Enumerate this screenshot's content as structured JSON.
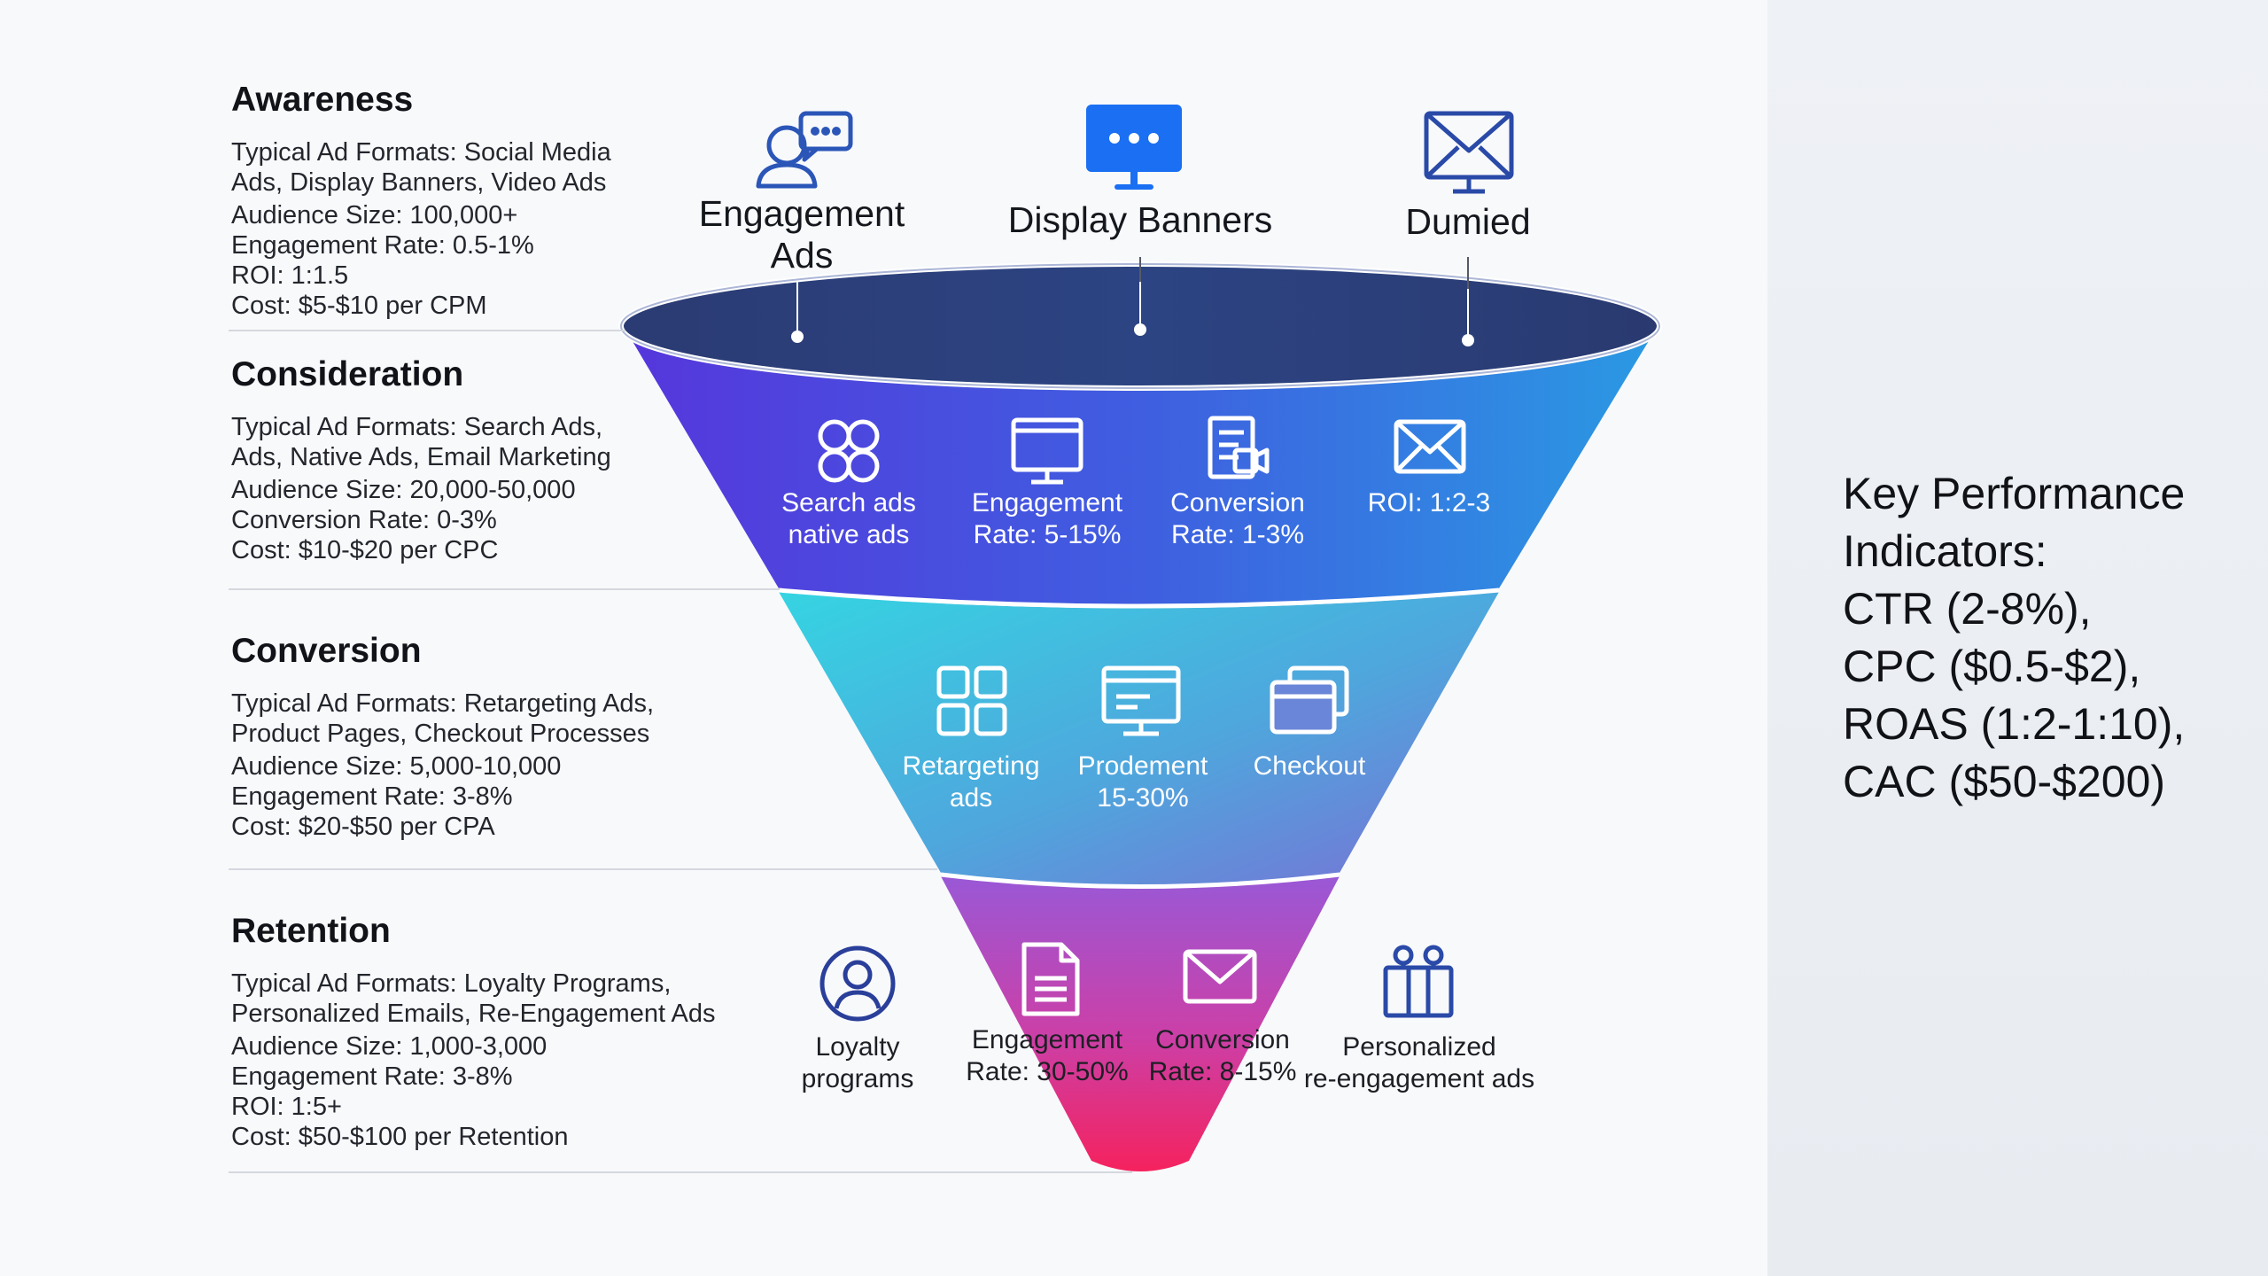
{
  "stages": [
    {
      "title": "Awareness",
      "lines": [
        "Typical Ad Formats: Social Media Ads, Display Banners, Video Ads",
        "Audience Size: 100,000+",
        "Engagement Rate: 0.5-1%",
        "ROI: 1:1.5",
        "Cost: $5-$10 per CPM"
      ]
    },
    {
      "title": "Consideration",
      "lines": [
        "Typical Ad Formats: Search Ads, Ads, Native Ads, Email Marketing",
        "Audience Size: 20,000-50,000",
        "Conversion Rate: 0-3%",
        "Cost: $10-$20 per CPC"
      ]
    },
    {
      "title": "Conversion",
      "lines": [
        "Typical Ad Formats: Retargeting Ads, Product Pages, Checkout Processes",
        "Audience Size: 5,000-10,000",
        "Engagement Rate: 3-8%",
        "Cost: $20-$50 per CPA"
      ]
    },
    {
      "title": "Retention",
      "lines": [
        "Typical Ad Formats: Loyalty Programs, Personalized Emails, Re-Engagement Ads",
        "Audience Size: 1,000-3,000",
        "Engagement Rate: 3-8%",
        "ROI: 1:5+",
        "Cost: $50-$100 per Retention"
      ]
    }
  ],
  "top_items": [
    {
      "label": "Engagement Ads",
      "icon": "user-chat-icon"
    },
    {
      "label": "Display Banners",
      "icon": "monitor-dots-icon"
    },
    {
      "label": "Dumied",
      "icon": "envelope-monitor-icon"
    }
  ],
  "consideration_items": [
    {
      "label_1": "Search ads",
      "label_2": "native ads",
      "icon": "people-group-icon"
    },
    {
      "label_1": "Engagement",
      "label_2": "Rate: 5-15%",
      "icon": "monitor-icon"
    },
    {
      "label_1": "Conversion",
      "label_2": "Rate: 1-3%",
      "icon": "document-video-icon"
    },
    {
      "label_1": "ROI: 1:2-3",
      "label_2": "",
      "icon": "envelope-icon"
    }
  ],
  "conversion_items": [
    {
      "label_1": "Retargeting",
      "label_2": "ads",
      "icon": "grid-squares-icon"
    },
    {
      "label_1": "Prodement",
      "label_2": "15-30%",
      "icon": "product-screen-icon"
    },
    {
      "label_1": "Checkout",
      "label_2": "",
      "icon": "cards-stack-icon"
    }
  ],
  "retention_items": [
    {
      "label_1": "Loyalty",
      "label_2": "programs",
      "icon": "user-circle-icon"
    },
    {
      "label_1": "Engagement",
      "label_2": "Rate: 30-50%",
      "icon": "document-lines-icon"
    },
    {
      "label_1": "Conversion",
      "label_2": "Rate: 8-15%",
      "icon": "envelope-icon"
    },
    {
      "label_1": "Personalized",
      "label_2": "re-engagement ads",
      "icon": "gift-icon"
    }
  ],
  "kpi": {
    "title_1": "Key Performance",
    "title_2": "Indicators:",
    "items": [
      "CTR (2-8%),",
      "CPC ($0.5-$2),",
      "ROAS (1:2-1:10),",
      "CAC ($50-$200)"
    ]
  },
  "colors": {
    "funnel_top_rim": "#2c3f77",
    "consideration_left": "#5a38dd",
    "consideration_right": "#2f8de0",
    "conversion_left": "#3ed0e0",
    "conversion_right": "#6b7ad6",
    "retention_top": "#8e4fd0",
    "retention_bottom": "#f0256a",
    "icon_blue": "#2b56b8"
  }
}
